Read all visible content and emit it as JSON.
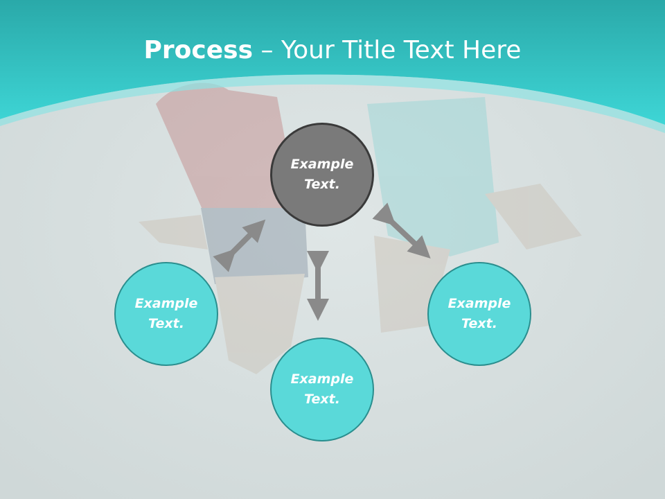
{
  "title": {
    "bold": "Process",
    "rest": " – Your Title Text Here"
  },
  "nodes": [
    {
      "id": "top",
      "text": "Example Text."
    },
    {
      "id": "left",
      "text": "Example Text."
    },
    {
      "id": "bottom",
      "text": "Example Text."
    },
    {
      "id": "right",
      "text": "Example Text."
    }
  ],
  "colors": {
    "header_teal": "#2fc6c6",
    "node_teal": "#5ad9d9",
    "node_gray": "#7a7a7a",
    "arrow_gray": "#8a8a8a"
  }
}
